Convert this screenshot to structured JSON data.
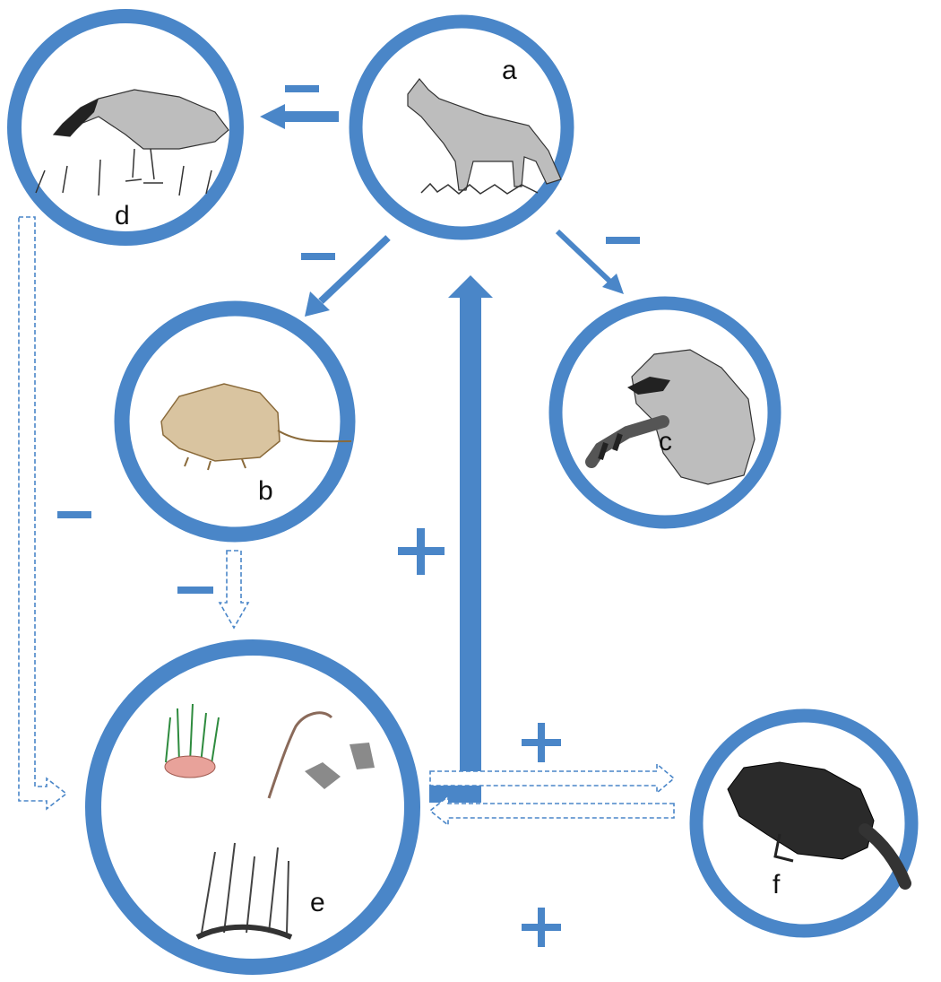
{
  "nodes": [
    {
      "id": "a",
      "label": "a",
      "icon": "coyote-sketch"
    },
    {
      "id": "b",
      "label": "b",
      "icon": "nutria-sketch"
    },
    {
      "id": "c",
      "label": "c",
      "icon": "raccoon-sketch"
    },
    {
      "id": "d",
      "label": "d",
      "icon": "goose-sketch"
    },
    {
      "id": "e",
      "label": "e",
      "icon": "marsh-plants-sketch"
    },
    {
      "id": "f",
      "label": "f",
      "icon": "muskrat-sketch"
    }
  ],
  "interactions": [
    {
      "from": "a",
      "to": "d",
      "sign": "−",
      "style": "solid"
    },
    {
      "from": "a",
      "to": "b",
      "sign": "−",
      "style": "solid"
    },
    {
      "from": "a",
      "to": "c",
      "sign": "−",
      "style": "solid"
    },
    {
      "from": "e",
      "to": "a",
      "sign": "+",
      "style": "solid"
    },
    {
      "from": "d",
      "to": "e",
      "sign": "−",
      "style": "dashed"
    },
    {
      "from": "b",
      "to": "e",
      "sign": "−",
      "style": "dashed"
    },
    {
      "from": "e",
      "to": "f",
      "sign": "+",
      "style": "dashed"
    },
    {
      "from": "f",
      "to": "e",
      "sign": "+",
      "style": "dashed"
    }
  ],
  "colors": {
    "ring": "#4a86c8",
    "arrow": "#4a86c8",
    "background": "#ffffff"
  }
}
